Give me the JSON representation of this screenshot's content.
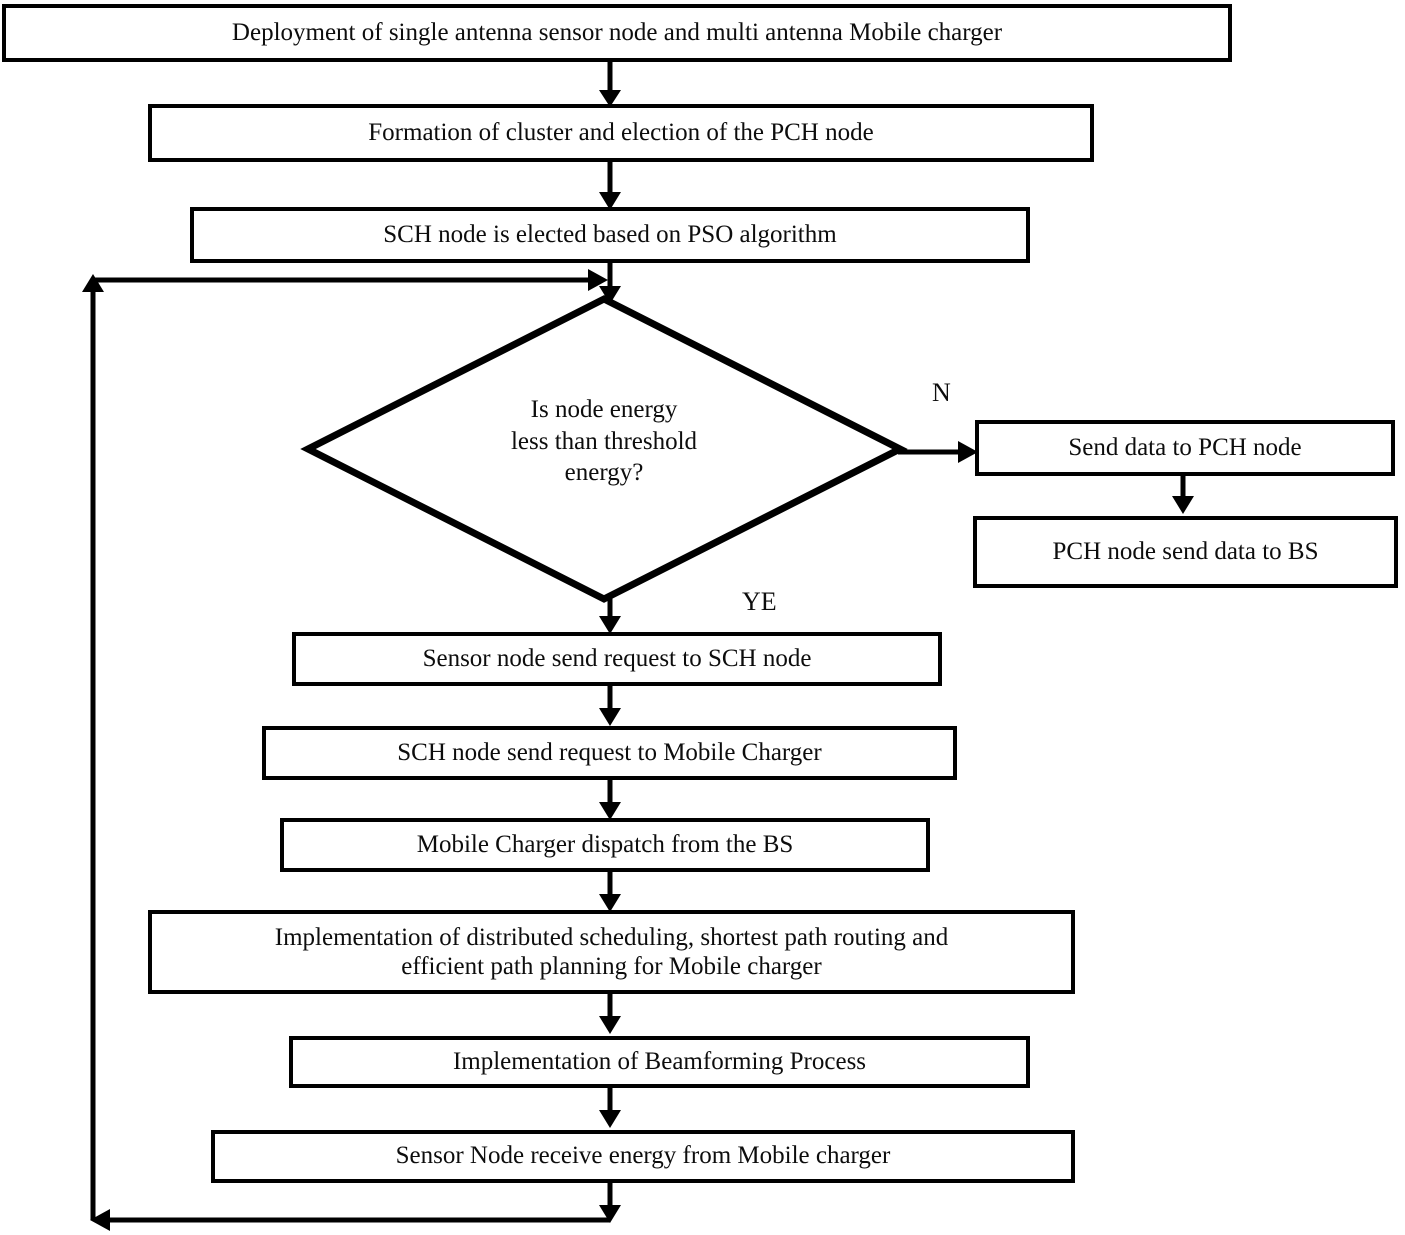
{
  "diagram": {
    "type": "flowchart",
    "title": "Flowchart of mobile charger scheduling and beamforming process",
    "background_color": "#ffffff",
    "stroke_color": "#000000",
    "text_color": "#0d0d0d",
    "nodes": [
      {
        "id": "deployment",
        "shape": "process",
        "text": "Deployment of single antenna sensor node and multi antenna Mobile charger"
      },
      {
        "id": "cluster-formation",
        "shape": "process",
        "text": "Formation of cluster and election of the PCH node"
      },
      {
        "id": "sch-election",
        "shape": "process",
        "text": "SCH node is elected based on PSO algorithm"
      },
      {
        "id": "energy-decision",
        "shape": "decision",
        "line1": "Is node energy",
        "line2": "less than threshold",
        "line3": "energy?"
      },
      {
        "id": "send-data-pch",
        "shape": "process",
        "text": "Send data to PCH node"
      },
      {
        "id": "pch-send-bs",
        "shape": "process",
        "text": "PCH node send data to BS"
      },
      {
        "id": "sensor-request-sch",
        "shape": "process",
        "text": "Sensor node send request to SCH node"
      },
      {
        "id": "sch-request-charger",
        "shape": "process",
        "text": "SCH node send request to Mobile Charger"
      },
      {
        "id": "charger-dispatch",
        "shape": "process",
        "text": "Mobile Charger dispatch from the BS"
      },
      {
        "id": "scheduling-routing",
        "shape": "process",
        "line1": "Implementation of distributed scheduling, shortest path routing and",
        "line2": "efficient path planning for Mobile charger"
      },
      {
        "id": "beamforming",
        "shape": "process",
        "text": "Implementation of Beamforming Process"
      },
      {
        "id": "receive-energy",
        "shape": "process",
        "text": "Sensor Node receive energy from Mobile charger"
      }
    ],
    "branch_labels": {
      "no": "N",
      "yes": "YE"
    }
  }
}
